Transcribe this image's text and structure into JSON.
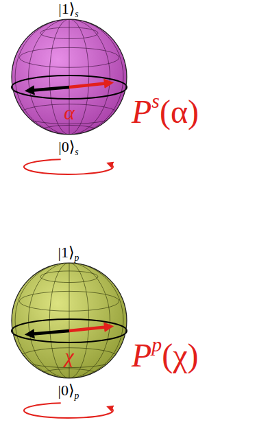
{
  "diagram": {
    "nodes": [
      {
        "text": [
          "α"
        ]
      },
      {
        "text": [
          "χ"
        ]
      }
    ],
    "labels": [
      "|1⟩",
      "s",
      "|0⟩",
      "s",
      "P",
      "s",
      "(α)",
      "|1⟩",
      "p",
      "|0⟩",
      "p",
      "P",
      "p",
      "(χ)"
    ]
  }
}
